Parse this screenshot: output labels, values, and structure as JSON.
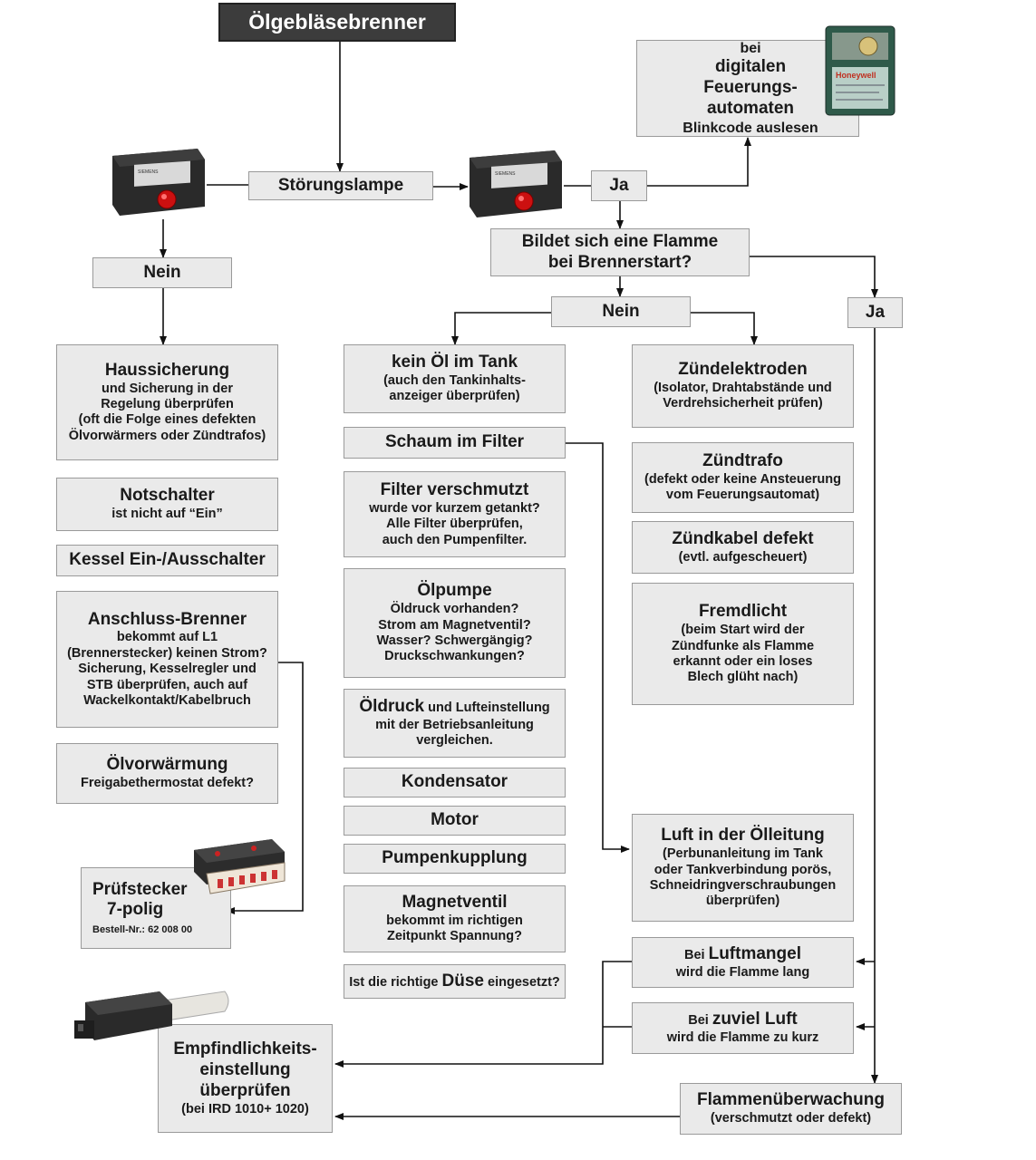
{
  "title": "Ölgebläsebrenner",
  "stoerungslampe": "Störungslampe",
  "ja_top": "Ja",
  "digital": {
    "l1": "bei",
    "l2": "digitalen Feuerungs-",
    "l3": "automaten",
    "l4": "Blinkcode auslesen"
  },
  "nein_left": "Nein",
  "flamme": {
    "l1": "Bildet sich eine Flamme",
    "l2": "bei Brennerstart?"
  },
  "nein_mid": "Nein",
  "ja_right": "Ja",
  "left": {
    "haussicherung": {
      "t": "Haussicherung",
      "s1": "und Sicherung in der",
      "s2": "Regelung überprüfen",
      "s3": "(oft die Folge eines defekten",
      "s4": "Ölvorwärmers oder Zündtrafos)"
    },
    "notschalter": {
      "t": "Notschalter",
      "s": "ist nicht auf “Ein”"
    },
    "kessel": "Kessel Ein-/Ausschalter",
    "anschluss": {
      "t": "Anschluss-Brenner",
      "s1": "bekommt auf L1",
      "s2": "(Brennerstecker) keinen Strom?",
      "s3": "Sicherung, Kesselregler und",
      "s4": "STB überprüfen, auch auf",
      "s5": "Wackelkontakt/Kabelbruch"
    },
    "oelvorwaermung": {
      "t": "Ölvorwärmung",
      "s": "Freigabethermostat defekt?"
    },
    "pruefstecker": {
      "t1": "Prüfstecker",
      "t2": "7-polig",
      "s": "Bestell-Nr.: 62 008 00"
    }
  },
  "mid": {
    "kein_oel": {
      "t": "kein Öl im Tank",
      "s1": "(auch den Tankinhalts-",
      "s2": "anzeiger überprüfen)"
    },
    "schaum": "Schaum im Filter",
    "filter": {
      "t": "Filter verschmutzt",
      "s1": "wurde vor kurzem getankt?",
      "s2": "Alle Filter überprüfen,",
      "s3": "auch den Pumpenfilter."
    },
    "oelpumpe": {
      "t": "Ölpumpe",
      "s1": "Öldruck vorhanden?",
      "s2": "Strom am Magnetventil?",
      "s3": "Wasser? Schwergängig?",
      "s4": "Druckschwankungen?"
    },
    "oeldruck": {
      "t": "Öldruck",
      "t_rest": " und Lufteinstellung",
      "s1": "mit der Betriebsanleitung",
      "s2": "vergleichen."
    },
    "kondensator": "Kondensator",
    "motor": "Motor",
    "pumpenkupplung": "Pumpenkupplung",
    "magnetventil": {
      "t": "Magnetventil",
      "s1": "bekommt im richtigen",
      "s2": "Zeitpunkt Spannung?"
    },
    "duese": {
      "a": "Ist die richtige ",
      "b": "Düse",
      "c": " eingesetzt?"
    }
  },
  "right": {
    "zuendelektroden": {
      "t": "Zündelektroden",
      "s1": "(Isolator, Drahtabstände und",
      "s2": "Verdrehsicherheit prüfen)"
    },
    "zuendtrafo": {
      "t": "Zündtrafo",
      "s1": "(defekt oder keine Ansteuerung",
      "s2": "vom Feuerungsautomat)"
    },
    "zuendkabel": {
      "t": "Zündkabel defekt",
      "s": "(evtl. aufgescheuert)"
    },
    "fremdlicht": {
      "t": "Fremdlicht",
      "s1": "(beim Start wird der",
      "s2": "Zündfunke als Flamme",
      "s3": "erkannt oder ein loses",
      "s4": "Blech glüht nach)"
    },
    "luft_oelleitung": {
      "t": "Luft in der Ölleitung",
      "s1": "(Perbunanleitung im Tank",
      "s2": "oder Tankverbindung porös,",
      "s3": "Schneidringverschraubungen",
      "s4": "überprüfen)"
    },
    "luftmangel": {
      "a": "Bei ",
      "b": "Luftmangel",
      "s": "wird die Flamme lang"
    },
    "zuviel_luft": {
      "a": "Bei ",
      "b": "zuviel Luft",
      "s": "wird die Flamme zu kurz"
    }
  },
  "empfindlichkeit": {
    "t1": "Empfindlichkeits-",
    "t2": "einstellung",
    "t3": "überprüfen",
    "s": "(bei IRD 1010+ 1020)"
  },
  "flammenueberwachung": {
    "t": "Flammenüberwachung",
    "s": "(verschmutzt oder defekt)"
  },
  "devices": {
    "honeywell_brand": "Honeywell",
    "siemens_brand": "SIEMENS"
  }
}
